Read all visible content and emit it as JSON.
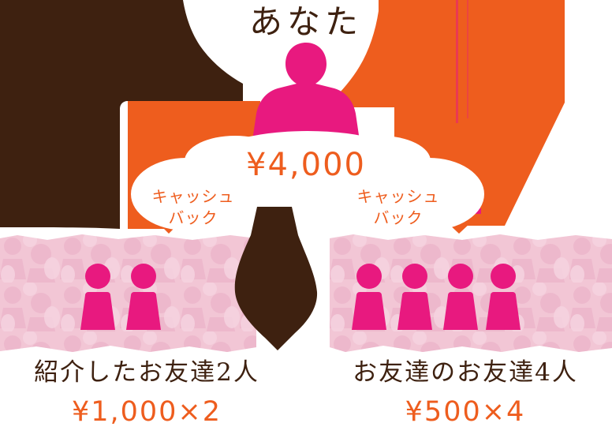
{
  "palette": {
    "brown": "#3E2110",
    "orange": "#EE5D1E",
    "magenta": "#E8197F",
    "crowd_pale": "#F3C9D8",
    "crowd_mid": "#EAAFC6",
    "crowd_light": "#F7DCE6",
    "white": "#FFFFFF"
  },
  "top": {
    "title": "あなた",
    "cashback_amount": "¥4,000",
    "cashback_label_left": "キャッシュ\nバック",
    "cashback_label_right": "キャッシュ\nバック",
    "cashback_label_line1": "キャッシュ",
    "cashback_label_line2": "バック"
  },
  "groups": [
    {
      "id": "referred-friends",
      "caption": "紹介したお友達2人",
      "amount": "¥1,000×2",
      "people_count": 2,
      "unit_value": 1000,
      "multiplier": 2
    },
    {
      "id": "friends-of-friends",
      "caption": "お友達のお友達4人",
      "amount": "¥500×4",
      "people_count": 4,
      "unit_value": 500,
      "multiplier": 4
    }
  ],
  "icons": {
    "center_person": "person-icon",
    "crowd_person": "person-icon",
    "arrow_left": "arrow-down-icon",
    "arrow_right": "arrow-down-icon",
    "brown_tail": "arrow-down-icon"
  }
}
